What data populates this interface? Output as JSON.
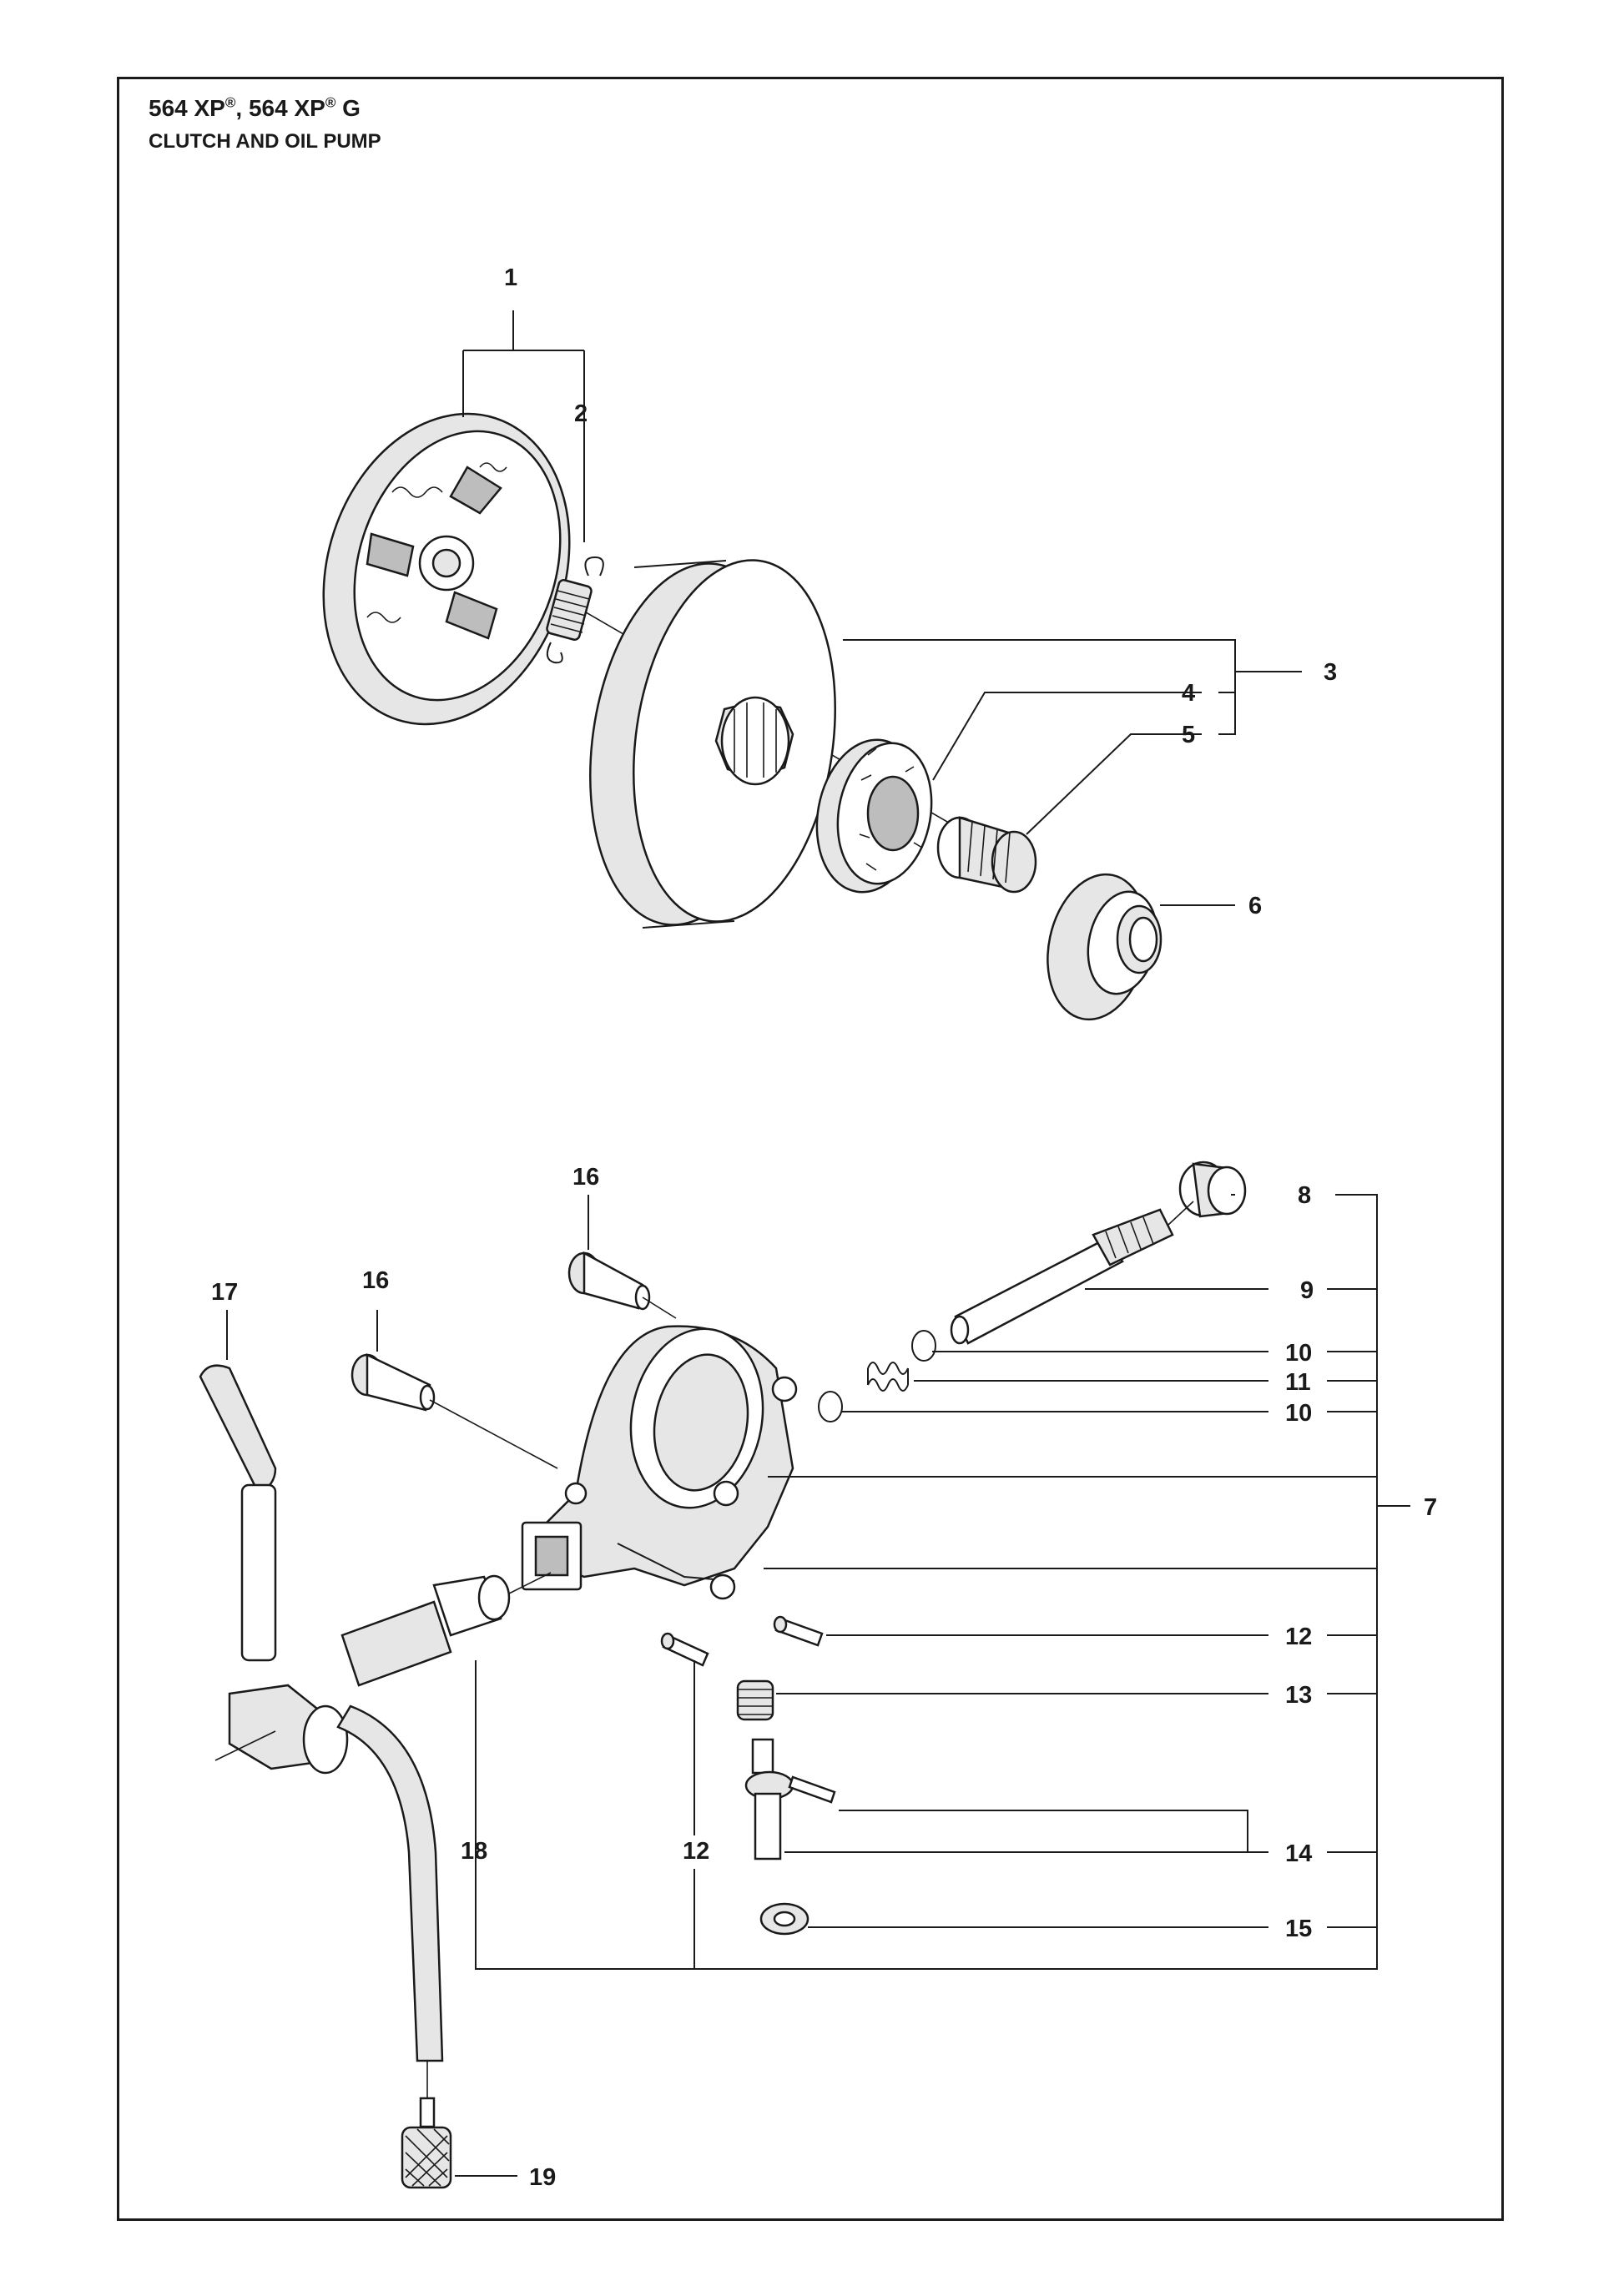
{
  "header": {
    "model_a": "564 XP",
    "model_b": "564 XP",
    "suffix": "G",
    "registered": "®",
    "separator": ", ",
    "subtitle": "CLUTCH AND OIL PUMP"
  },
  "callouts": {
    "c1": "1",
    "c2": "2",
    "c3": "3",
    "c4": "4",
    "c5": "5",
    "c6": "6",
    "c7": "7",
    "c8": "8",
    "c9": "9",
    "c10a": "10",
    "c10b": "10",
    "c11": "11",
    "c12a": "12",
    "c12b": "12",
    "c13": "13",
    "c14": "14",
    "c15": "15",
    "c16a": "16",
    "c16b": "16",
    "c17": "17",
    "c18": "18",
    "c19": "19"
  }
}
